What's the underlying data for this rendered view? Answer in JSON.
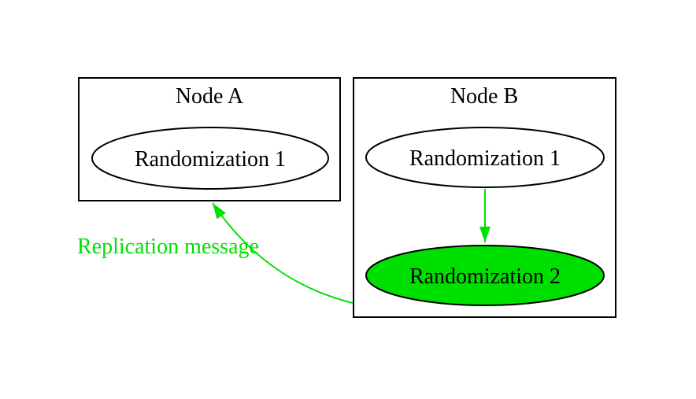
{
  "colors": {
    "green": "#00e000",
    "black": "#000000",
    "white": "#ffffff",
    "background": "#ffffff"
  },
  "diagram": {
    "node_a": {
      "title": "Node A",
      "randomization_1": "Randomization 1"
    },
    "node_b": {
      "title": "Node B",
      "randomization_1": "Randomization 1",
      "randomization_2": "Randomization 2"
    },
    "edges": {
      "replication_label": "Replication message"
    }
  }
}
